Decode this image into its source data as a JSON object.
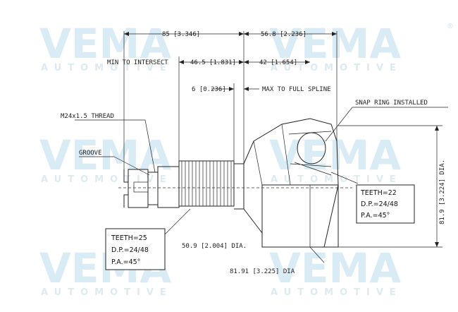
{
  "watermark": {
    "brand": "VEMA",
    "sub": "AUTOMOTIVE",
    "registered": "®"
  },
  "dimensions": {
    "overall_len": "85 [3.346]",
    "bell_len": "56.8 [2.236]",
    "min_to_intersect_label": "MIN TO INTERSECT",
    "min_to_intersect_val": "46.5 [1.831]",
    "bell_inner": "42 [1.654]",
    "spline_gap": "6 [0.236]",
    "max_to_full_spline": "MAX TO FULL SPLINE",
    "snap_ring": "SNAP RING INSTALLED",
    "thread": "M24x1.5 THREAD",
    "groove": "GROOVE",
    "seal_dia": "50.9 [2.004] DIA.",
    "outer_dia": "81.91 [3.225] DIA",
    "side_dia": "81.9 [3.224] DIA."
  },
  "outer_spec": {
    "teeth": "TEETH=25",
    "dp": "D.P.=24/48",
    "pa": "P.A.=45°"
  },
  "inner_spec": {
    "teeth": "TEETH=22",
    "dp": "D.P.=24/48",
    "pa": "P.A.=45°"
  }
}
